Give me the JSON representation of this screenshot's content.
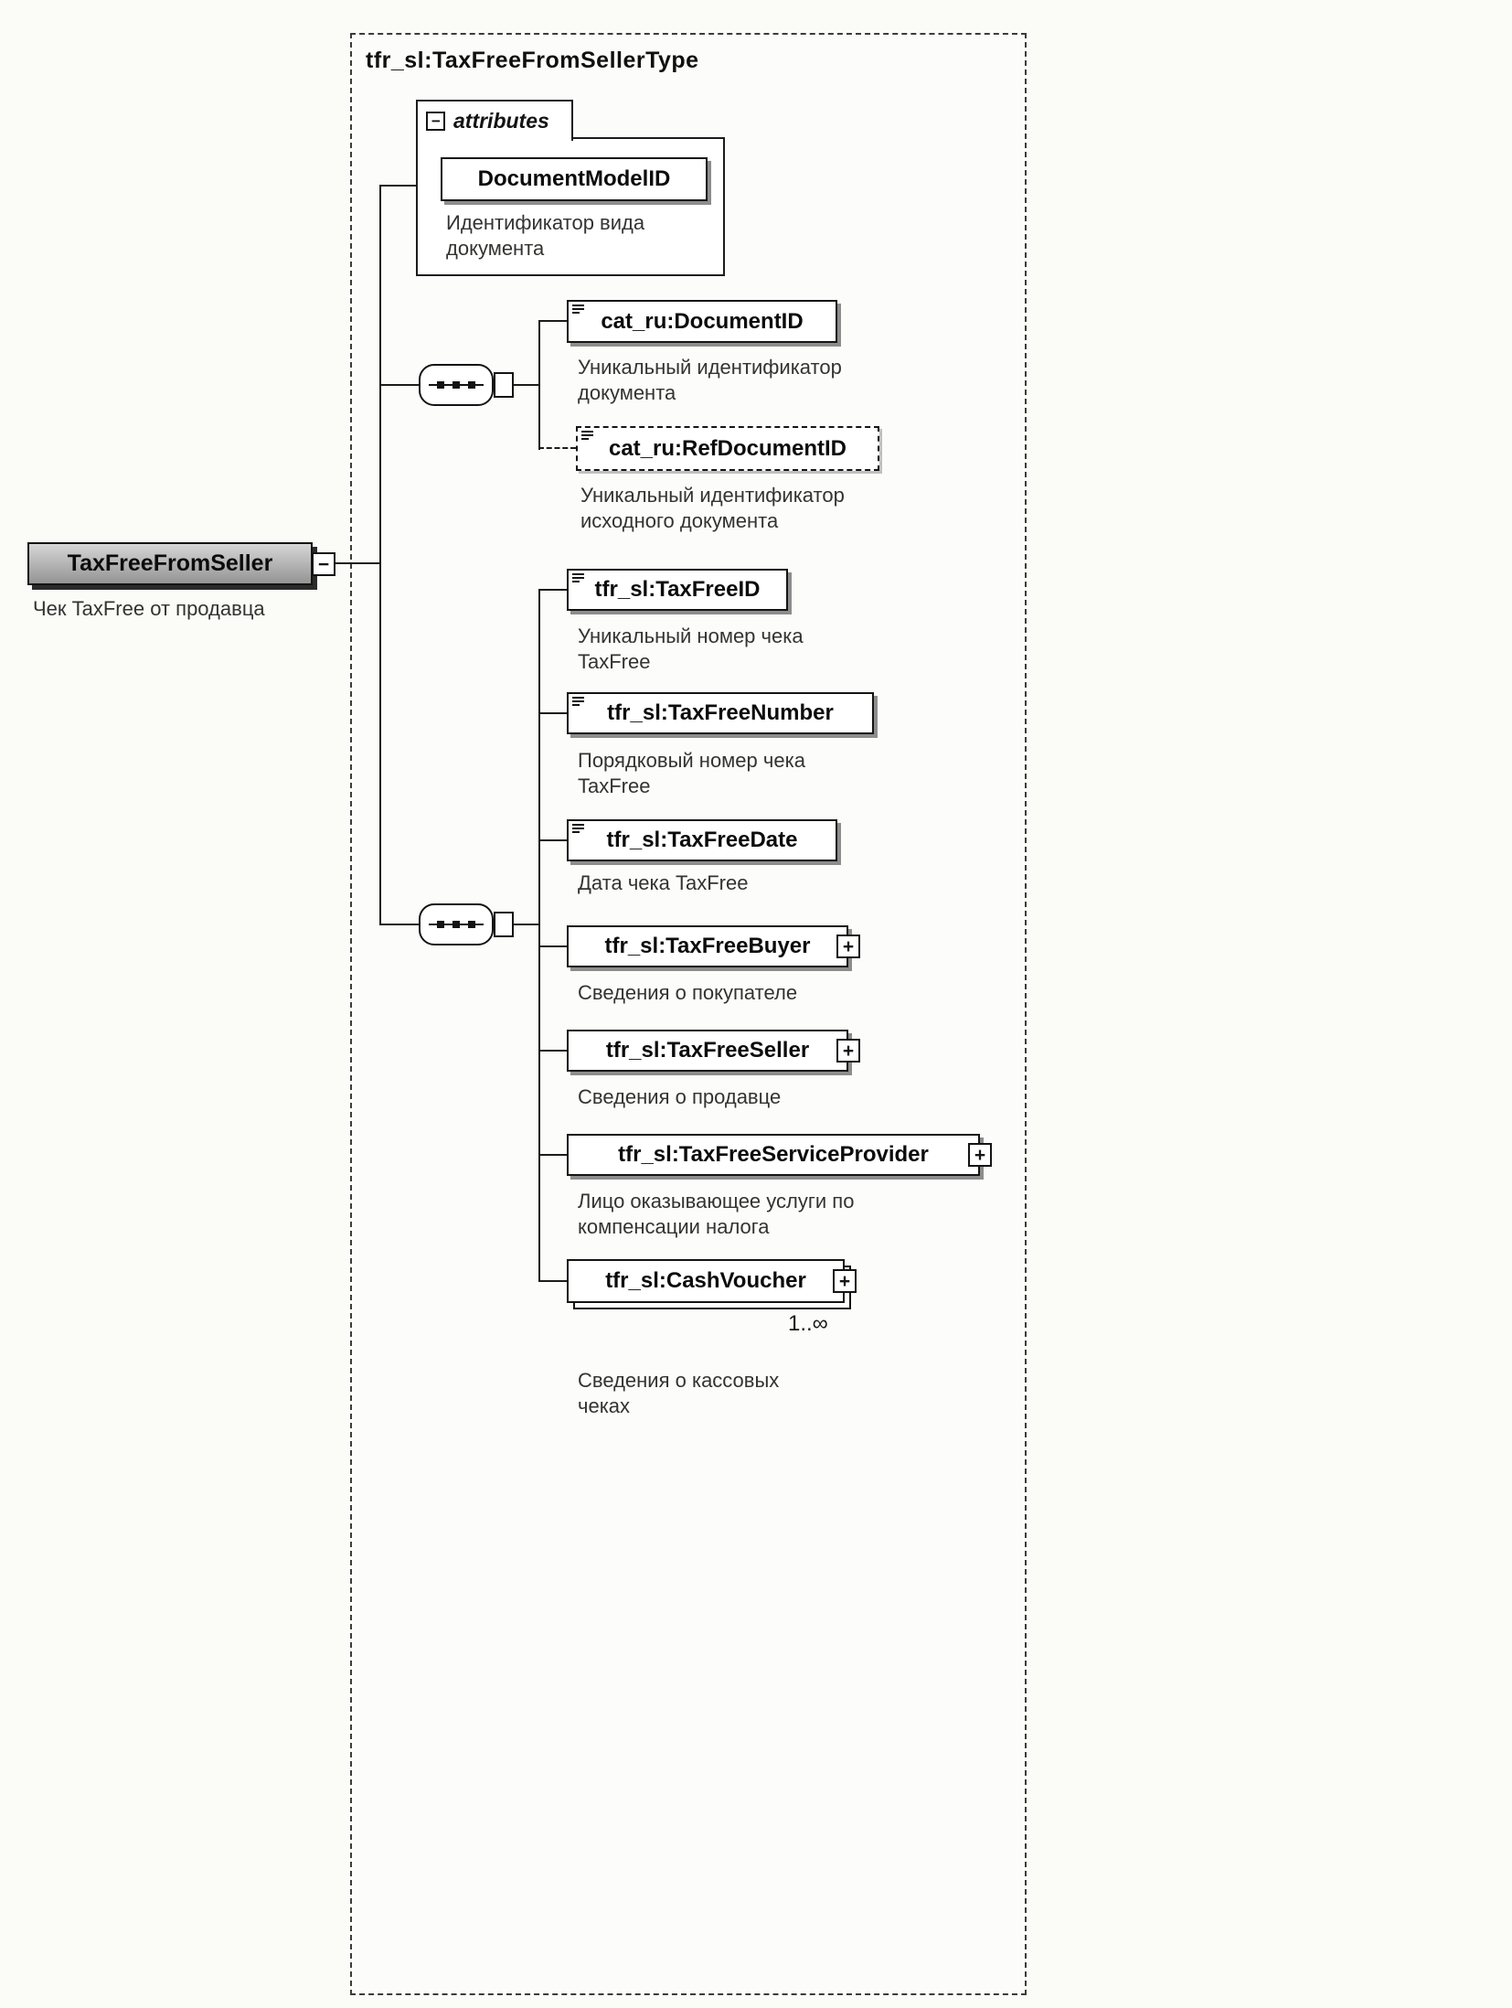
{
  "diagram": {
    "type_label": "tfr_sl:TaxFreeFromSellerType",
    "root": {
      "name": "TaxFreeFromSeller",
      "description": "Чек TaxFree от продавца",
      "collapse_glyph": "−"
    },
    "attributes": {
      "label": "attributes",
      "collapse_glyph": "−",
      "items": [
        {
          "name": "DocumentModelID",
          "description": "Идентификатор вида документа"
        }
      ]
    },
    "sequence1": {
      "children": [
        {
          "name": "cat_ru:DocumentID",
          "description": "Уникальный идентификатор документа"
        },
        {
          "name": "cat_ru:RefDocumentID",
          "description": "Уникальный идентификатор исходного документа"
        }
      ]
    },
    "sequence2": {
      "children": [
        {
          "name": "tfr_sl:TaxFreeID",
          "description": "Уникальный номер чека TaxFree"
        },
        {
          "name": "tfr_sl:TaxFreeNumber",
          "description": "Порядковый номер чека TaxFree"
        },
        {
          "name": "tfr_sl:TaxFreeDate",
          "description": "Дата чека TaxFree"
        },
        {
          "name": "tfr_sl:TaxFreeBuyer",
          "description": "Сведения о покупателе",
          "expand_glyph": "+"
        },
        {
          "name": "tfr_sl:TaxFreeSeller",
          "description": "Сведения о продавце",
          "expand_glyph": "+"
        },
        {
          "name": "tfr_sl:TaxFreeServiceProvider",
          "description": "Лицо оказывающее услуги по компенсации налога",
          "expand_glyph": "+"
        },
        {
          "name": "tfr_sl:CashVoucher",
          "description": "Сведения о кассовых чеках",
          "expand_glyph": "+",
          "occurrence": "1..∞"
        }
      ]
    }
  }
}
